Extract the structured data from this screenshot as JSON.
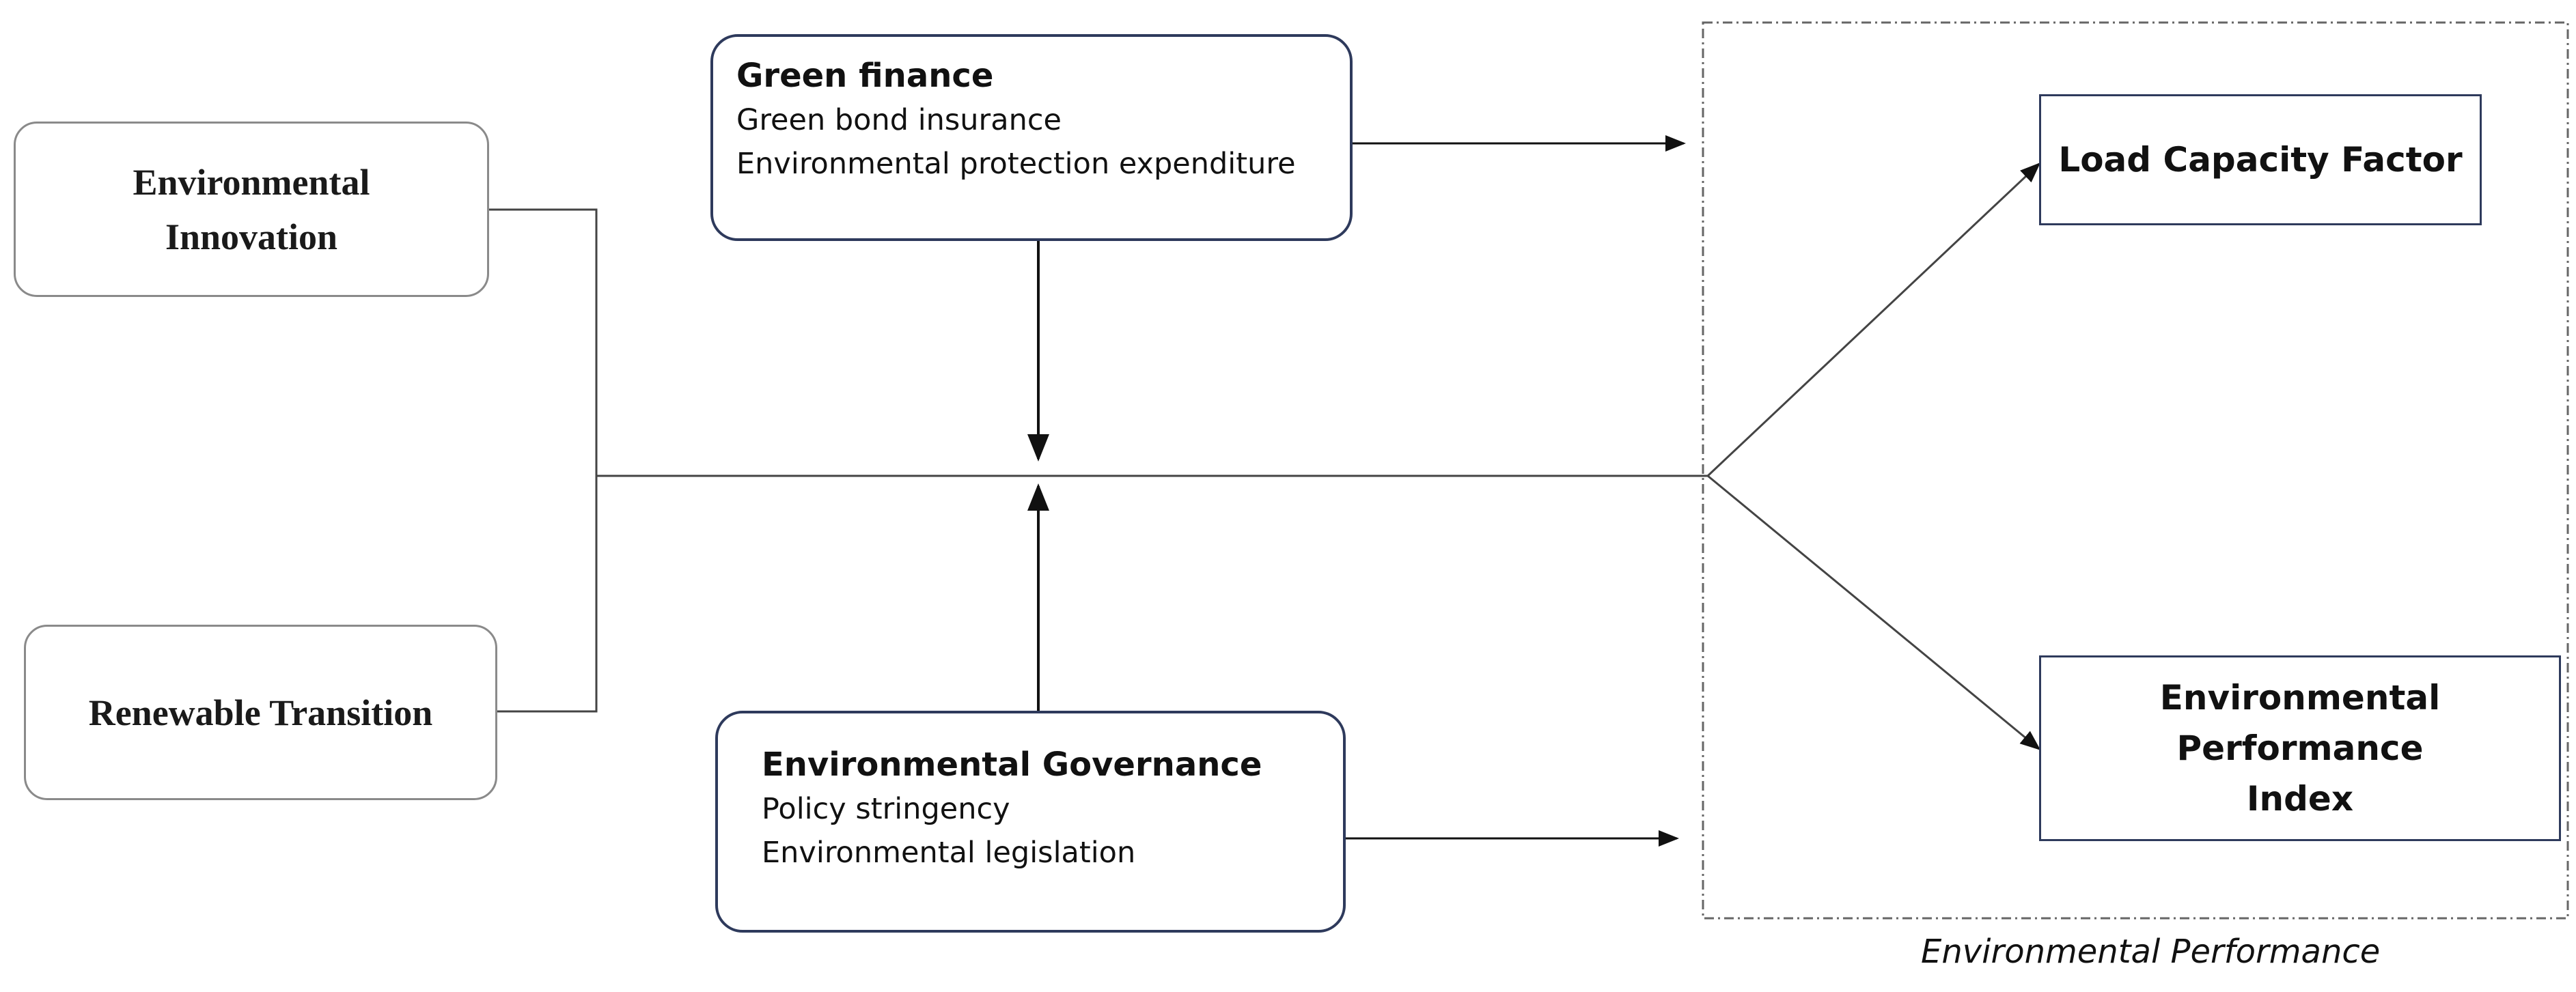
{
  "inputs": {
    "environmental_innovation": "Environmental Innovation",
    "renewable_transition": "Renewable Transition"
  },
  "moderators": {
    "green_finance": {
      "title": "Green finance",
      "items": [
        "Green bond insurance",
        "Environmental protection expenditure"
      ]
    },
    "environmental_governance": {
      "title": "Environmental Governance",
      "items": [
        "Policy stringency",
        "Environmental legislation"
      ]
    }
  },
  "outcomes": {
    "load_capacity_factor": "Load Capacity Factor",
    "environmental_performance_index": "Environmental Performance Index",
    "group_caption": "Environmental Performance"
  }
}
